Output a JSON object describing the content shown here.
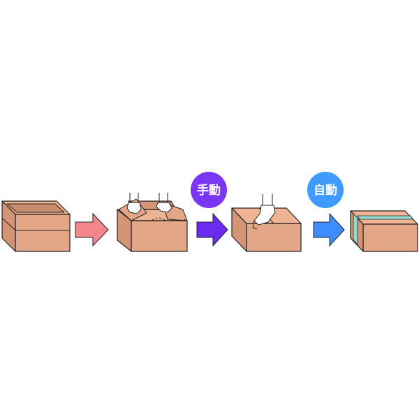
{
  "steps": [
    {
      "id": "open-box"
    },
    {
      "id": "folding-flaps"
    },
    {
      "id": "closed-box"
    },
    {
      "id": "taped-box"
    }
  ],
  "badges": {
    "manual": {
      "label": "手動",
      "color": "#7a36f2"
    },
    "auto": {
      "label": "自動",
      "color": "#3f9bff"
    }
  },
  "arrows": {
    "first_color": "#f3868d",
    "manual_color": "#6b2cf0",
    "auto_color": "#3d8dff"
  },
  "colors": {
    "box_front": "#e3a686",
    "box_top": "#efb493",
    "box_side": "#d39575",
    "box_inner": "#c98d6c",
    "outline": "#222222",
    "tape": "#92d9d5",
    "glove": "#ffffff"
  }
}
